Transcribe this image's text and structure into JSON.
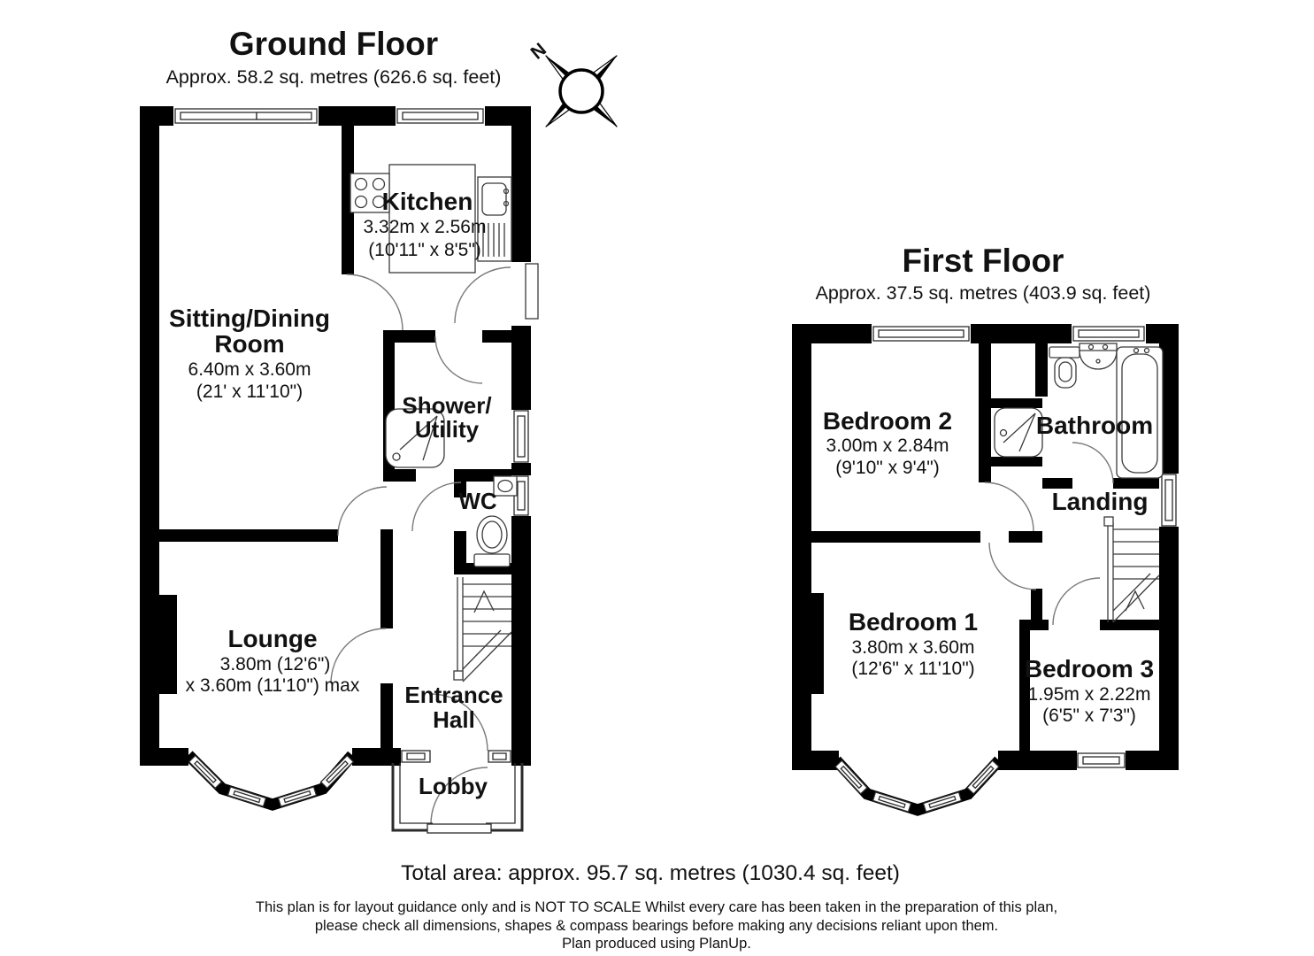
{
  "ground_floor": {
    "title": "Ground Floor",
    "subtitle": "Approx. 58.2 sq. metres (626.6 sq. feet)",
    "rooms": {
      "sitting": {
        "name_line1": "Sitting/Dining",
        "name_line2": "Room",
        "dim_metric": "6.40m x 3.60m",
        "dim_imperial": "(21' x 11'10\")"
      },
      "kitchen": {
        "name": "Kitchen",
        "dim_metric": "3.32m x 2.56m",
        "dim_imperial": "(10'11\" x 8'5\")"
      },
      "shower_utility": {
        "name_line1": "Shower/",
        "name_line2": "Utility"
      },
      "wc": {
        "name": "WC"
      },
      "lounge": {
        "name": "Lounge",
        "dim_line1": "3.80m (12'6\")",
        "dim_line2": "x 3.60m (11'10\") max"
      },
      "entrance_hall": {
        "name_line1": "Entrance",
        "name_line2": "Hall"
      },
      "lobby": {
        "name": "Lobby"
      }
    }
  },
  "first_floor": {
    "title": "First Floor",
    "subtitle": "Approx. 37.5 sq. metres (403.9 sq. feet)",
    "rooms": {
      "bedroom2": {
        "name": "Bedroom 2",
        "dim_metric": "3.00m x 2.84m",
        "dim_imperial": "(9'10\" x 9'4\")"
      },
      "bathroom": {
        "name": "Bathroom"
      },
      "landing": {
        "name": "Landing"
      },
      "bedroom1": {
        "name": "Bedroom 1",
        "dim_metric": "3.80m x 3.60m",
        "dim_imperial": "(12'6\" x 11'10\")"
      },
      "bedroom3": {
        "name": "Bedroom 3",
        "dim_metric": "1.95m x 2.22m",
        "dim_imperial": "(6'5\" x 7'3\")"
      }
    }
  },
  "compass": {
    "north_label": "N"
  },
  "footer": {
    "total_area": "Total area: approx. 95.7 sq. metres (1030.4 sq. feet)",
    "disclaimer_line1": "This plan is for layout guidance only and is NOT TO SCALE Whilst every care has been taken in the preparation of this plan,",
    "disclaimer_line2": "please check all dimensions, shapes & compass bearings before making any decisions reliant upon them.",
    "disclaimer_line3": "Plan produced using PlanUp.",
    "colors": {
      "wall": "#000000",
      "background": "#ffffff"
    }
  }
}
